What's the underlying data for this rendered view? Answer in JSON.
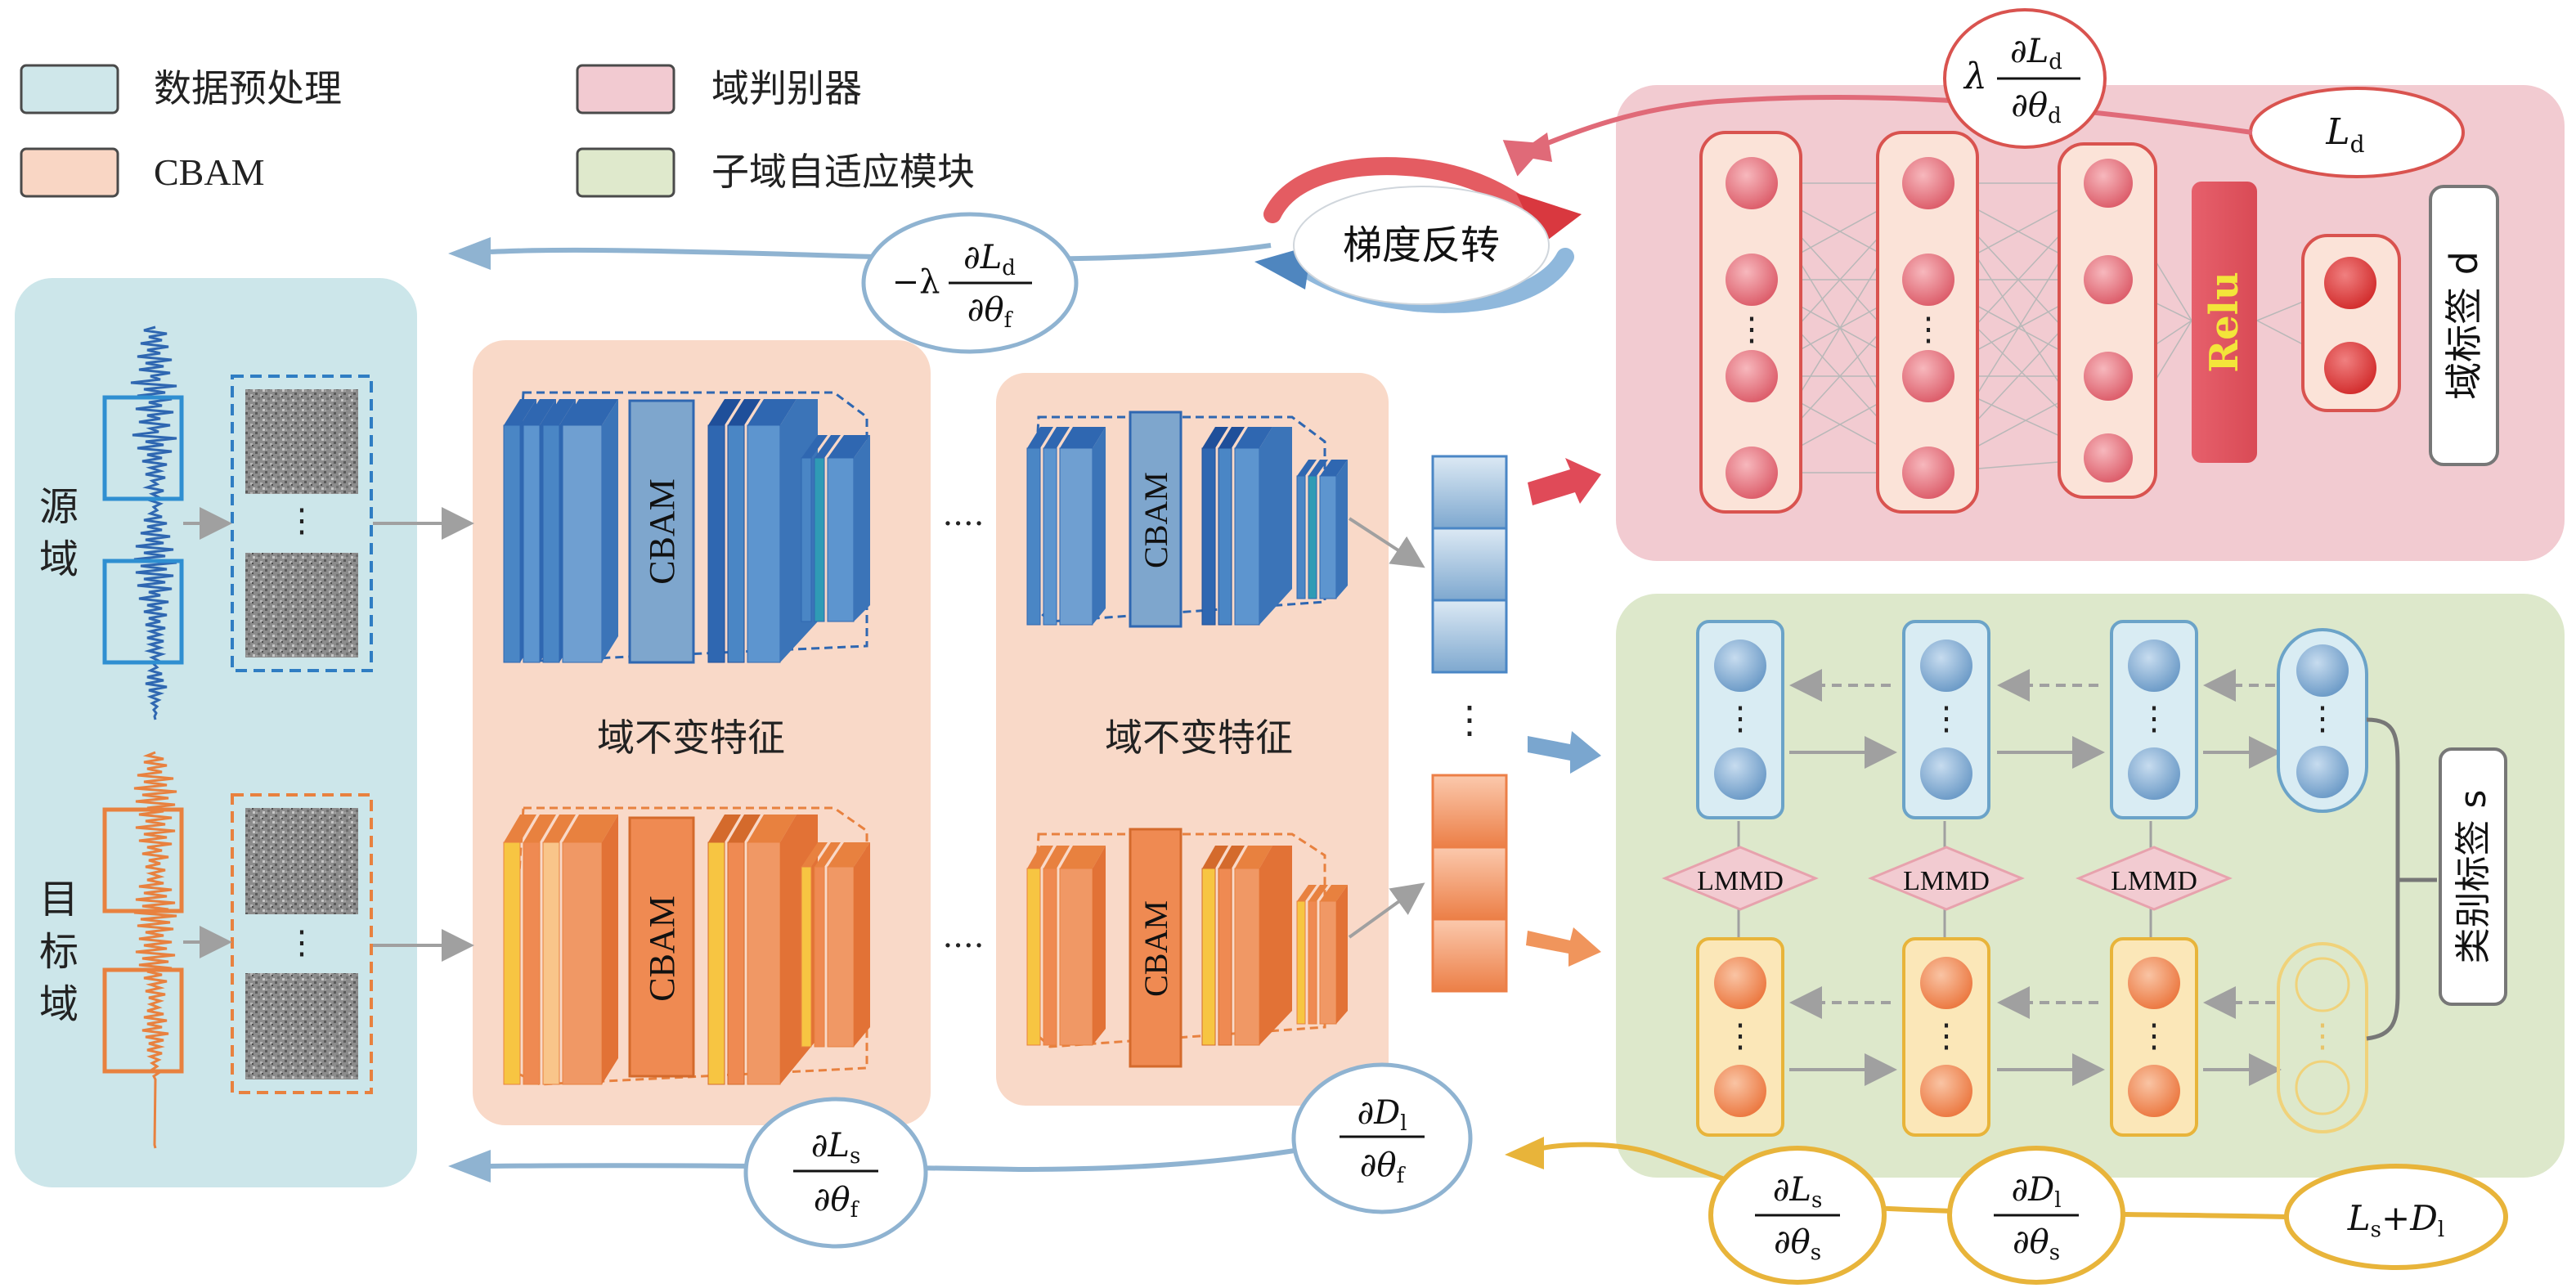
{
  "legend": {
    "preprocess": "数据预处理",
    "discriminator": "域判别器",
    "cbam": "CBAM",
    "subdomain": "子域自适应模块"
  },
  "left_panel": {
    "source_label": "源域",
    "target_label": "目标域",
    "dots": "⋮"
  },
  "middle": {
    "cbam_label": "CBAM",
    "invariant_feature": "域不变特征",
    "ellipsis": "····",
    "vdots": "⋮"
  },
  "gradient_reversal": "梯度反转",
  "discriminator_panel": {
    "relu": "Relu",
    "domain_label": "域标签 d",
    "loss": "L",
    "loss_sub": "d"
  },
  "subdomain_panel": {
    "lmmd": "LMMD",
    "class_label": "类别标签 s"
  },
  "formulas": {
    "lambda": "λ",
    "neg_lambda": "−λ",
    "partial": "∂",
    "L": "L",
    "D": "D",
    "theta": "θ",
    "sub_d": "d",
    "sub_f": "f",
    "sub_s": "s",
    "sub_l": "l",
    "plus": "+"
  },
  "colors": {
    "teal_panel": "#cce6ea",
    "orange_panel": "#f9d9c8",
    "pink_panel": "#f2cbd1",
    "green_panel": "#dde8cb",
    "blue_arrow": "#8fb3d1",
    "red_arrow": "#e06a78",
    "gold_arrow": "#e8b43a",
    "blue_block": "#4a86c5",
    "orange_block": "#ef8a52"
  }
}
